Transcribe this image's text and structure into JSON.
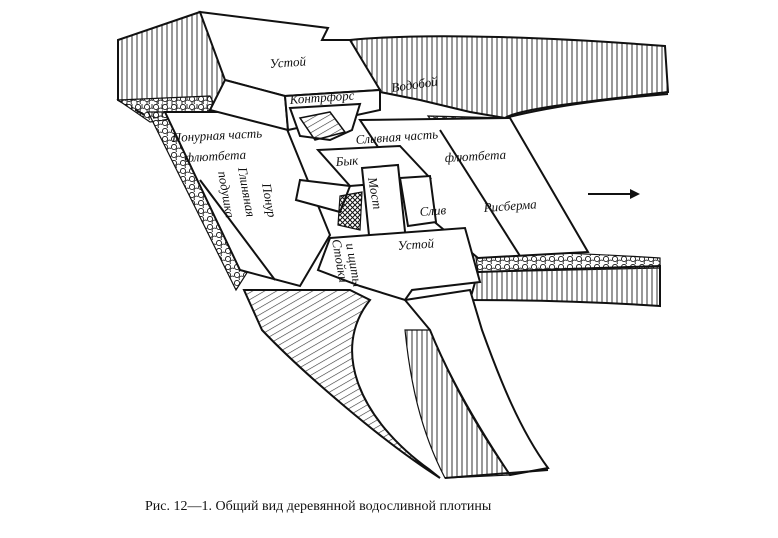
{
  "figure": {
    "caption": "Рис. 12—1. Общий вид деревянной водосливной плотины",
    "labels": {
      "ustoy_top": "Устой",
      "kontrfors": "Контрфорс",
      "vodoboy": "Водобой",
      "ponurnaya_1": "Понурная часть",
      "ponurnaya_2": "флютбета",
      "slivnaya_1": "Сливная часть",
      "slivnaya_2": "флютбета",
      "byk": "Бык",
      "most": "Мост",
      "sliv": "Слив",
      "risberma": "Рисберма",
      "ponur": "Понур",
      "glinyanaya_1": "Глиняная",
      "glinyanaya_2": "подушка",
      "stoyki_1": "Стойки",
      "stoyki_2": "и щиты",
      "ustoy_bottom": "Устой"
    },
    "colors": {
      "ink": "#111111",
      "paper": "#ffffff",
      "hatch": "#333333"
    }
  }
}
